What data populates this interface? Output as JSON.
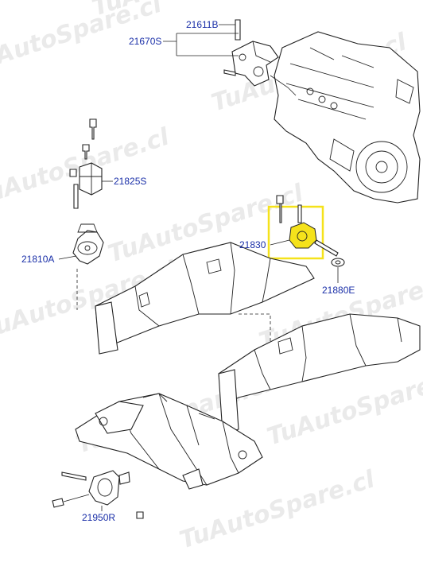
{
  "watermark": "TuAutoSpare.cl",
  "highlight_color": "#f5e21b",
  "label_color": "#1a2fa8",
  "callouts": {
    "c21611b": "21611B",
    "c21670s": "21670S",
    "c21825s": "21825S",
    "c21810a": "21810A",
    "c21830": "21830",
    "c21880e": "21880E",
    "c21950r": "21950R"
  }
}
